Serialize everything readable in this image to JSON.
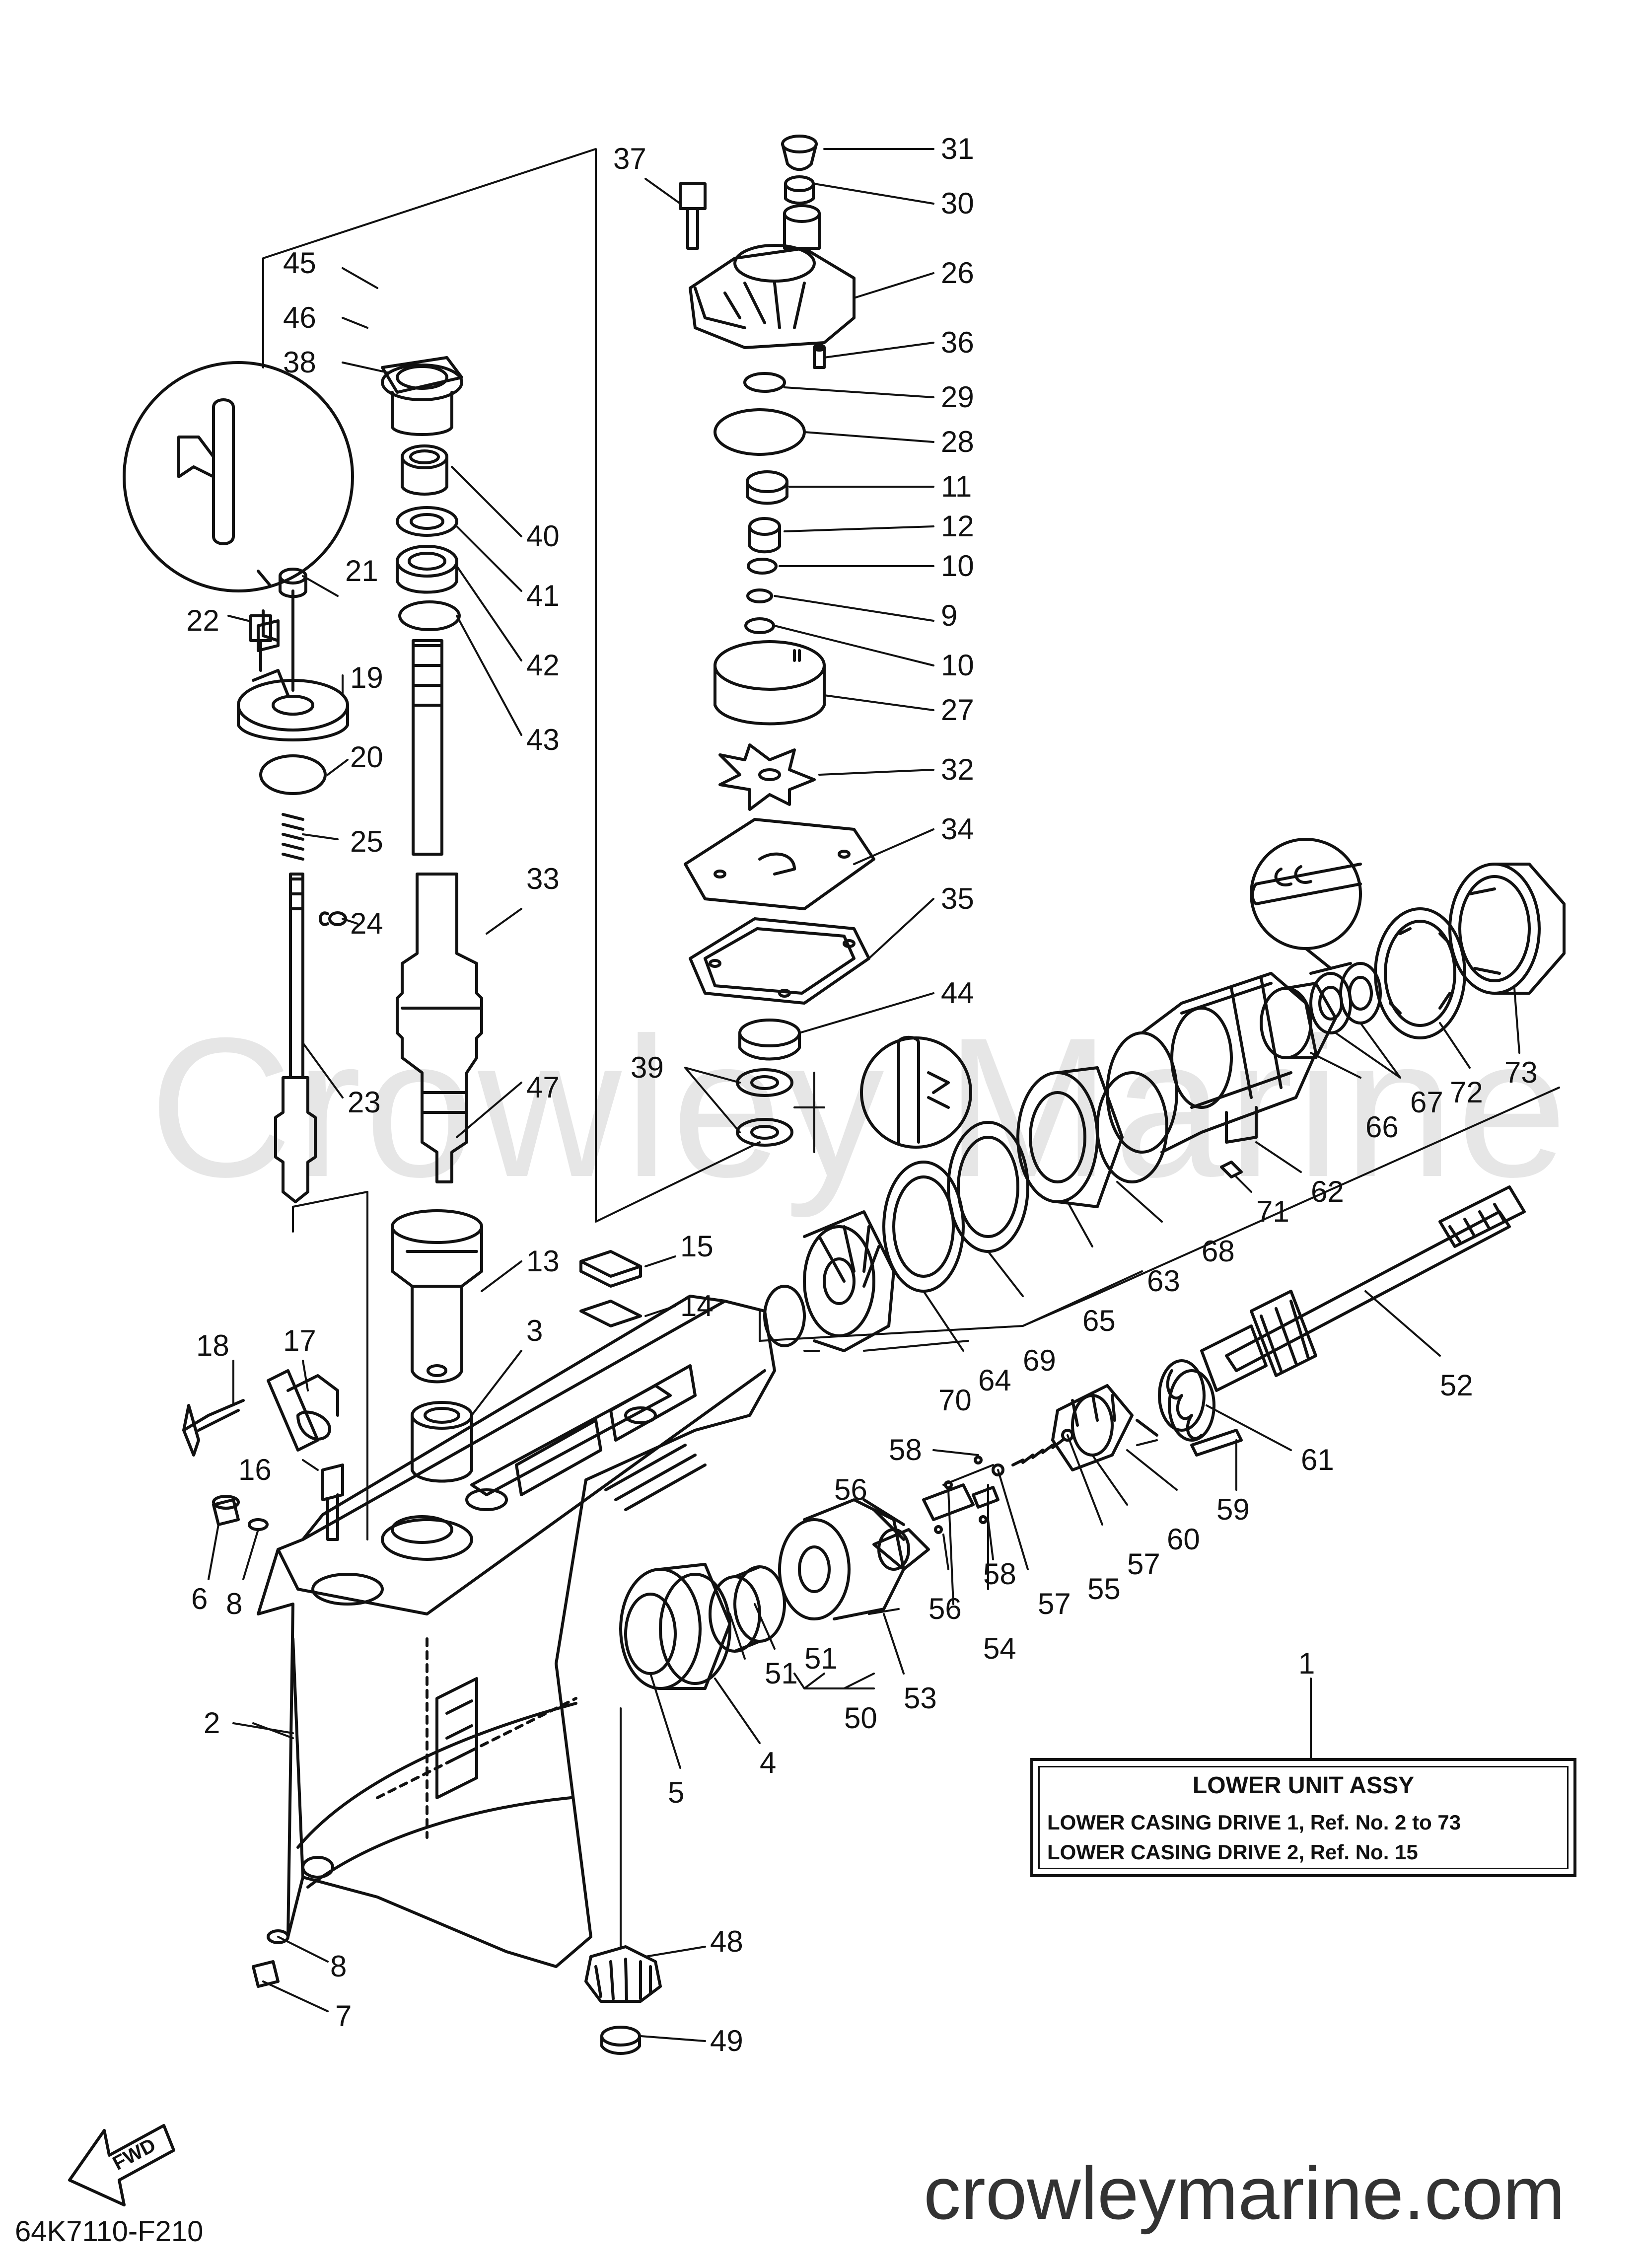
{
  "watermark": "Crowley Marine",
  "website": "crowleymarine.com",
  "diagram_code": "64K7110-F210",
  "fwd_label": "FWD",
  "assembly_box": {
    "title": "LOWER UNIT ASSY",
    "line1": "LOWER CASING DRIVE 1, Ref. No. 2 to 73",
    "line2": "LOWER CASING DRIVE 2, Ref. No. 15"
  },
  "callouts": [
    {
      "n": "1"
    },
    {
      "n": "2"
    },
    {
      "n": "3"
    },
    {
      "n": "4"
    },
    {
      "n": "5"
    },
    {
      "n": "6"
    },
    {
      "n": "7"
    },
    {
      "n": "8"
    },
    {
      "n": "8"
    },
    {
      "n": "9"
    },
    {
      "n": "10"
    },
    {
      "n": "10"
    },
    {
      "n": "11"
    },
    {
      "n": "12"
    },
    {
      "n": "13"
    },
    {
      "n": "14"
    },
    {
      "n": "15"
    },
    {
      "n": "16"
    },
    {
      "n": "17"
    },
    {
      "n": "18"
    },
    {
      "n": "19"
    },
    {
      "n": "20"
    },
    {
      "n": "21"
    },
    {
      "n": "22"
    },
    {
      "n": "23"
    },
    {
      "n": "24"
    },
    {
      "n": "25"
    },
    {
      "n": "26"
    },
    {
      "n": "27"
    },
    {
      "n": "28"
    },
    {
      "n": "29"
    },
    {
      "n": "30"
    },
    {
      "n": "31"
    },
    {
      "n": "32"
    },
    {
      "n": "33"
    },
    {
      "n": "34"
    },
    {
      "n": "35"
    },
    {
      "n": "36"
    },
    {
      "n": "37"
    },
    {
      "n": "38"
    },
    {
      "n": "39"
    },
    {
      "n": "40"
    },
    {
      "n": "41"
    },
    {
      "n": "42"
    },
    {
      "n": "43"
    },
    {
      "n": "44"
    },
    {
      "n": "45"
    },
    {
      "n": "46"
    },
    {
      "n": "47"
    },
    {
      "n": "48"
    },
    {
      "n": "49"
    },
    {
      "n": "50"
    },
    {
      "n": "51"
    },
    {
      "n": "51"
    },
    {
      "n": "52"
    },
    {
      "n": "53"
    },
    {
      "n": "54"
    },
    {
      "n": "55"
    },
    {
      "n": "56"
    },
    {
      "n": "56"
    },
    {
      "n": "57"
    },
    {
      "n": "57"
    },
    {
      "n": "58"
    },
    {
      "n": "58"
    },
    {
      "n": "59"
    },
    {
      "n": "60"
    },
    {
      "n": "61"
    },
    {
      "n": "62"
    },
    {
      "n": "63"
    },
    {
      "n": "64"
    },
    {
      "n": "65"
    },
    {
      "n": "66"
    },
    {
      "n": "67"
    },
    {
      "n": "68"
    },
    {
      "n": "69"
    },
    {
      "n": "70"
    },
    {
      "n": "71"
    },
    {
      "n": "72"
    },
    {
      "n": "73"
    }
  ]
}
